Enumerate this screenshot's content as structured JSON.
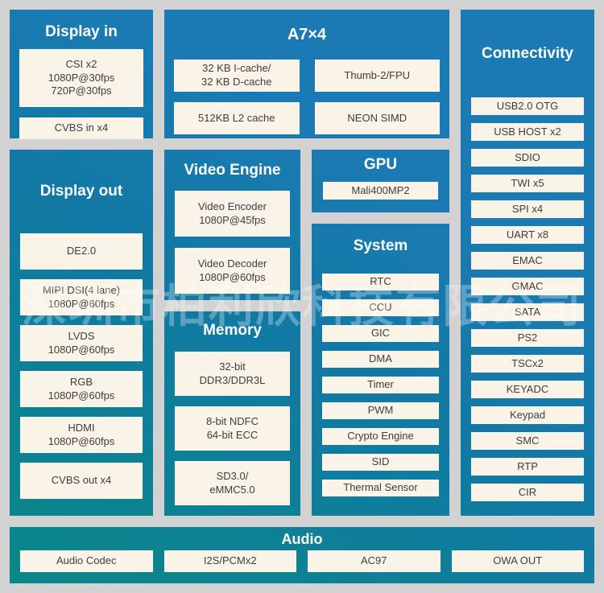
{
  "colors": {
    "page_bg": "#d2d2d2",
    "panel_gradient_teal": "#098887",
    "panel_gradient_mid": "#1179a4",
    "panel_gradient_blue": "#1b7ab3",
    "box_bg": "#faf4e8",
    "box_text": "#3d3d3d",
    "title_text": "#ffffff"
  },
  "watermark": "深圳市柏利欣科技有限公司",
  "panels": {
    "display_in": {
      "title": "Display in",
      "items": [
        "CSI x2\n1080P@30fps\n720P@30fps",
        "CVBS in x4"
      ]
    },
    "a7": {
      "title": "A7×4",
      "items": [
        "32 KB I-cache/\n32 KB D-cache",
        "Thumb-2/FPU",
        "512KB L2 cache",
        "NEON SIMD"
      ]
    },
    "connectivity": {
      "title": "Connectivity",
      "items": [
        "USB2.0 OTG",
        "USB HOST x2",
        "SDIO",
        "TWI x5",
        "SPI x4",
        "UART x8",
        "EMAC",
        "GMAC",
        "SATA",
        "PS2",
        "TSCx2",
        "KEYADC",
        "Keypad",
        "SMC",
        "RTP",
        "CIR"
      ]
    },
    "display_out": {
      "title": "Display out",
      "items": [
        "DE2.0",
        "MIPI DSI(4 lane)\n1080P@60fps",
        "LVDS\n1080P@60fps",
        "RGB\n1080P@60fps",
        "HDMI\n1080P@60fps",
        "CVBS out x4"
      ]
    },
    "video_engine": {
      "title": "Video Engine",
      "items": [
        "Video Encoder\n1080P@45fps",
        "Video Decoder\n1080P@60fps"
      ]
    },
    "memory": {
      "title": "Memory",
      "items": [
        "32-bit\nDDR3/DDR3L",
        "8-bit NDFC\n64-bit ECC",
        "SD3.0/\neMMC5.0"
      ]
    },
    "gpu": {
      "title": "GPU",
      "items": [
        "Mali400MP2"
      ]
    },
    "system": {
      "title": "System",
      "items": [
        "RTC",
        "CCU",
        "GIC",
        "DMA",
        "Timer",
        "PWM",
        "Crypto Engine",
        "SID",
        "Thermal Sensor"
      ]
    },
    "audio": {
      "title": "Audio",
      "items": [
        "Audio Codec",
        "I2S/PCMx2",
        "AC97",
        "OWA OUT"
      ]
    }
  }
}
